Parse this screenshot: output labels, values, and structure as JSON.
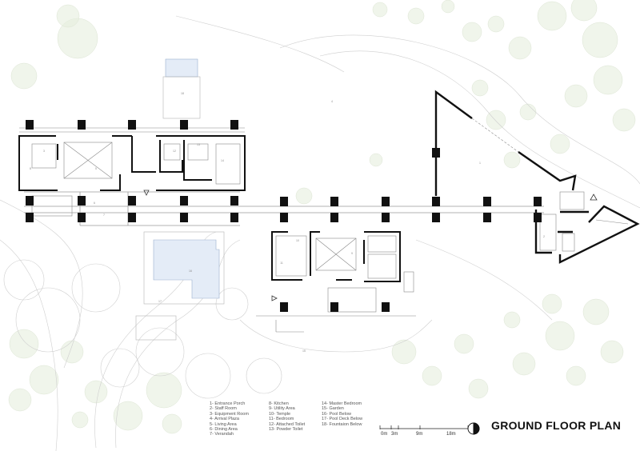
{
  "title": "GROUND FLOOR PLAN",
  "legend": {
    "col1": [
      "1- Entrance Porch",
      "2- Staff Room",
      "3- Equipment Room",
      "4- Arrival Plaza",
      "5- Living Area",
      "6- Dining Area",
      "7- Verandah"
    ],
    "col2": [
      "8- Kitchen",
      "9- Utility Area",
      "10- Temple",
      "11- Bedroom",
      "12- Attached Toilet",
      "13- Powder Toilet"
    ],
    "col3": [
      "14- Master Bedroom",
      "15- Garden",
      "16- Pool Below",
      "17- Pool Deck Below",
      "18- Fountaion Below"
    ]
  },
  "scale": {
    "labels": [
      "0m",
      "3m",
      "9m",
      "18m"
    ]
  },
  "room_tags": [
    "1",
    "2",
    "3",
    "4",
    "5",
    "6",
    "7",
    "8",
    "9",
    "10",
    "11",
    "12",
    "13",
    "14",
    "15",
    "16",
    "17",
    "18"
  ],
  "colors": {
    "wall": "#111111",
    "line": "#9a9a9a",
    "tree": "#e6eede",
    "pool": "#e4ecf7",
    "text": "#555555"
  }
}
